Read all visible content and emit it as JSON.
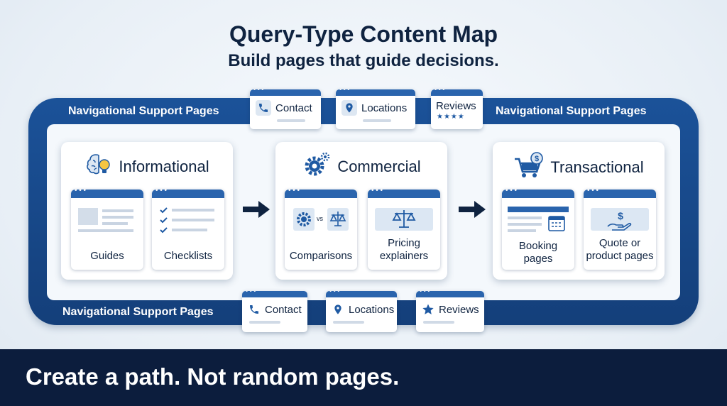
{
  "header": {
    "title": "Query-Type Content Map",
    "subtitle": "Build pages that guide decisions."
  },
  "nav_band": {
    "top_left_label": "Navigational Support Pages",
    "top_right_label": "Navigational Support Pages",
    "bottom_label": "Navigational Support Pages",
    "top_cards": [
      {
        "label": "Contact",
        "icon": "phone-icon"
      },
      {
        "label": "Locations",
        "icon": "location-pin-icon"
      },
      {
        "label": "Reviews",
        "icon": "star-rating-icon",
        "stars": "★★★★"
      }
    ],
    "bottom_cards": [
      {
        "label": "Contact",
        "icon": "phone-icon"
      },
      {
        "label": "Locations",
        "icon": "location-pin-icon"
      },
      {
        "label": "Reviews",
        "icon": "star-icon"
      }
    ]
  },
  "stages": [
    {
      "title": "Informational",
      "icon": "brain-lightbulb-icon",
      "cards": [
        {
          "label": "Guides",
          "icon": "article-icon"
        },
        {
          "label": "Checklists",
          "icon": "checklist-icon"
        }
      ]
    },
    {
      "title": "Commercial",
      "icon": "gears-icon",
      "cards": [
        {
          "label": "Comparisons",
          "icon": "gear-vs-scale-icon",
          "vs": "vs"
        },
        {
          "label": "Pricing explainers",
          "label_line1": "Pricing",
          "label_line2": "explainers",
          "icon": "scale-icon"
        }
      ]
    },
    {
      "title": "Transactional",
      "icon": "shopping-cart-dollar-icon",
      "cards": [
        {
          "label": "Booking pages",
          "label_line1": "Booking",
          "label_line2": "pages",
          "icon": "calendar-icon"
        },
        {
          "label": "Quote or product pages",
          "label_line1": "Quote or",
          "label_line2": "product pages",
          "icon": "hand-dollar-icon"
        }
      ]
    }
  ],
  "footer": {
    "tagline": "Create a path. Not random pages."
  },
  "colors": {
    "navy": "#0f2340",
    "band_blue": "#1b5299",
    "accent_blue": "#2a64ad",
    "footer_bg": "#0c1d3d"
  }
}
